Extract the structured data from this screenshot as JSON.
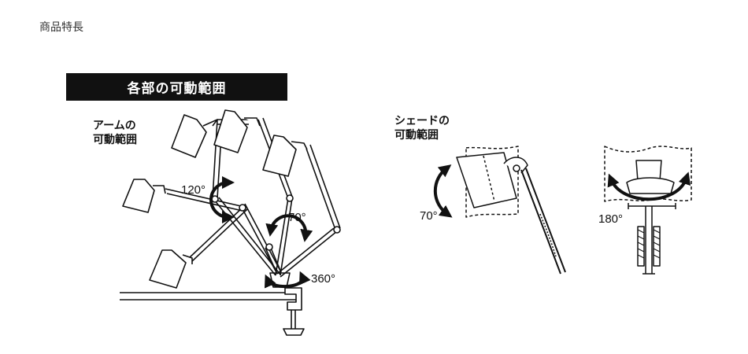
{
  "page_title": "商品特長",
  "banner_title": "各部の可動範囲",
  "arm_label": {
    "line1": "アームの",
    "line2": "可動範囲"
  },
  "shade_label": {
    "line1": "シェードの",
    "line2": "可動範囲"
  },
  "angles": {
    "arm_elbow": "120°",
    "arm_base": "70°",
    "base_rotation": "360°",
    "shade_tilt": "70°",
    "shade_swivel": "180°"
  },
  "colors": {
    "banner_bg": "#111111",
    "banner_text": "#ffffff",
    "line": "#111111"
  }
}
